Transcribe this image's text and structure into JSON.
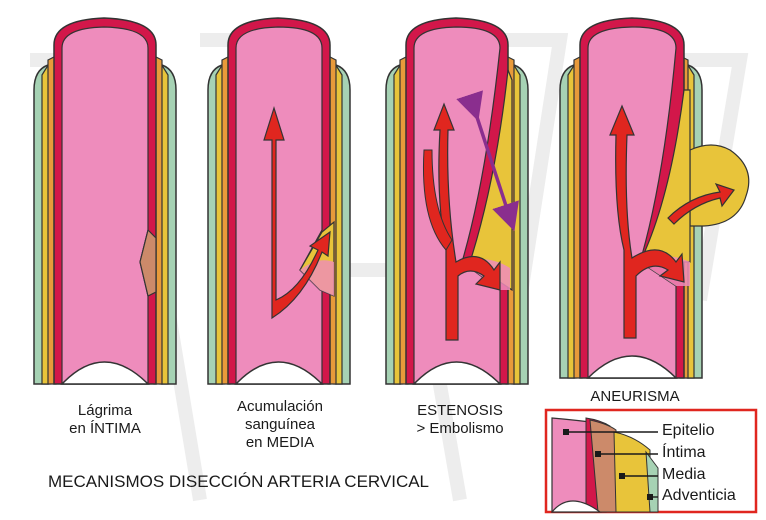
{
  "panels": [
    {
      "caption_line1": "Lágrima",
      "caption_line2": "en ÍNTIMA"
    },
    {
      "caption_line1": "Acumulación",
      "caption_line2": "sanguínea",
      "caption_line3": "en MEDIA"
    },
    {
      "caption_line1": "ESTENOSIS",
      "caption_line2": "> Embolismo"
    },
    {
      "caption_line1": "ANEURISMA"
    }
  ],
  "title": "MECANISMOS DISECCIÓN ARTERIA CERVICAL",
  "legend": {
    "items": [
      {
        "label": "Epitelio",
        "color": "#ee8cbc"
      },
      {
        "label": "Íntima",
        "color": "#cc8a6a"
      },
      {
        "label": "Media",
        "color": "#e8c43a"
      },
      {
        "label": "Adventicia",
        "color": "#a6d2b4"
      }
    ],
    "border_color": "#e0261f"
  },
  "colors": {
    "lumen": "#ee8cbc",
    "wall": "#d2174a",
    "intima": "#cc8a6a",
    "media": "#e8c43a",
    "orange_layer": "#e89a3a",
    "adventicia": "#a6d2b4",
    "arrow": "#e0261f",
    "double_arrow": "#8a2e8e"
  }
}
